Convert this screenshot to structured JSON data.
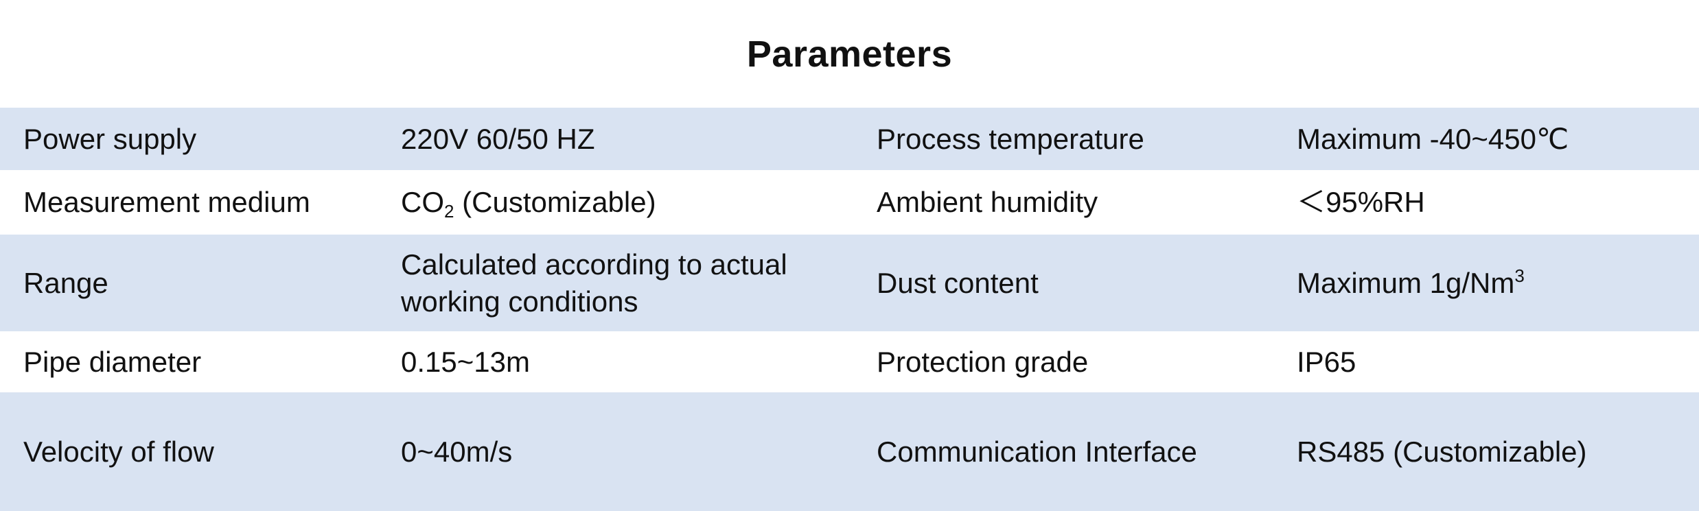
{
  "title": "Parameters",
  "rows": [
    {
      "label1": "Power supply",
      "value1": "220V 60/50 HZ",
      "label2": "Process temperature",
      "value2": "Maximum -40~450℃"
    },
    {
      "label1": "Measurement medium",
      "value1_main": "CO",
      "value1_sub": "2",
      "value1_rest": " (Customizable)",
      "label2": "Ambient humidity",
      "value2": "＜95%RH"
    },
    {
      "label1": "Range",
      "value1": "Calculated according to actual working conditions",
      "label2": "Dust content",
      "value2_main": "Maximum 1g/Nm",
      "value2_sup": "3"
    },
    {
      "label1": "Pipe diameter",
      "value1": "0.15~13m",
      "label2": "Protection grade",
      "value2": "IP65"
    },
    {
      "label1": "Velocity of flow",
      "value1": "0~40m/s",
      "label2": "Communication Interface",
      "value2": "RS485 (Customizable)"
    }
  ],
  "colors": {
    "row_shade": "#d9e3f2",
    "row_plain": "#ffffff",
    "text": "#111111"
  }
}
